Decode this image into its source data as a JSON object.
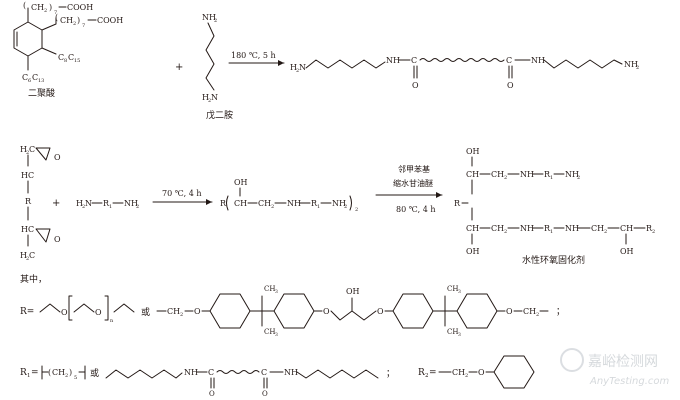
{
  "reaction1": {
    "reactant_a_label": "二聚酸",
    "reactant_b_label": "戊二胺",
    "plus": "+",
    "conditions": "180 ℃, 5 h",
    "labels": {
      "cooh": "COOH",
      "ch2": "CH",
      "sub7": "7",
      "ch2sub": "2",
      "c8h15": "C",
      "c8h15_sub": "8",
      "c8h15_sub2": "15",
      "c6h13": "C",
      "c6h13_sub": "6",
      "c6h13_sub2": "13",
      "nh2": "NH",
      "nh2_sub": "2",
      "h2n": "H",
      "h2n_sub": "2",
      "h2n_n": "N",
      "nh": "NH",
      "c": "C",
      "o": "O",
      "n": "N"
    }
  },
  "reaction2": {
    "plus": "+",
    "conditions_1": "70 ℃, 4 h",
    "conditions_2_line1": "邻甲苯基",
    "conditions_2_line2": "缩水甘油醚",
    "conditions_2_line3": "80 ℃, 4 h",
    "product_label": "水性环氧固化剂",
    "labels": {
      "h2c": "H",
      "h2c_sub": "2",
      "h2c_c": "C",
      "hc": "HC",
      "o": "O",
      "r": "R",
      "h2n": "H",
      "h2n_sub": "2",
      "h2n_n": "N",
      "r1": "R",
      "r1_sub": "1",
      "nh2": "NH",
      "nh2_sub": "2",
      "oh": "OH",
      "ch": "CH",
      "ch2": "CH",
      "ch2_sub": "2",
      "nh": "NH",
      "r2": "R",
      "r2_sub": "2",
      "dash": "—",
      "paren_sub": "2",
      "h": "H",
      "c": "C"
    }
  },
  "definitions": {
    "intro": "其中，",
    "r_eq": "R=",
    "r1_eq": "R",
    "r1_eq_sub": "1",
    "r1_eq_sign": "=",
    "r2_eq": "R",
    "r2_eq_sub": "2",
    "r2_eq_sign": "=",
    "or": "或",
    "semicolon": "；",
    "n_sub": "n",
    "five_sub": "5",
    "labels": {
      "o": "O",
      "ch2": "CH",
      "ch2_sub": "2",
      "ch3": "CH",
      "ch3_sub": "3",
      "oh": "OH",
      "ch": "CH",
      "nh": "NH",
      "c": "C"
    }
  },
  "watermark": {
    "cn": "嘉峪检测网",
    "en": "AnyTesting.com"
  }
}
